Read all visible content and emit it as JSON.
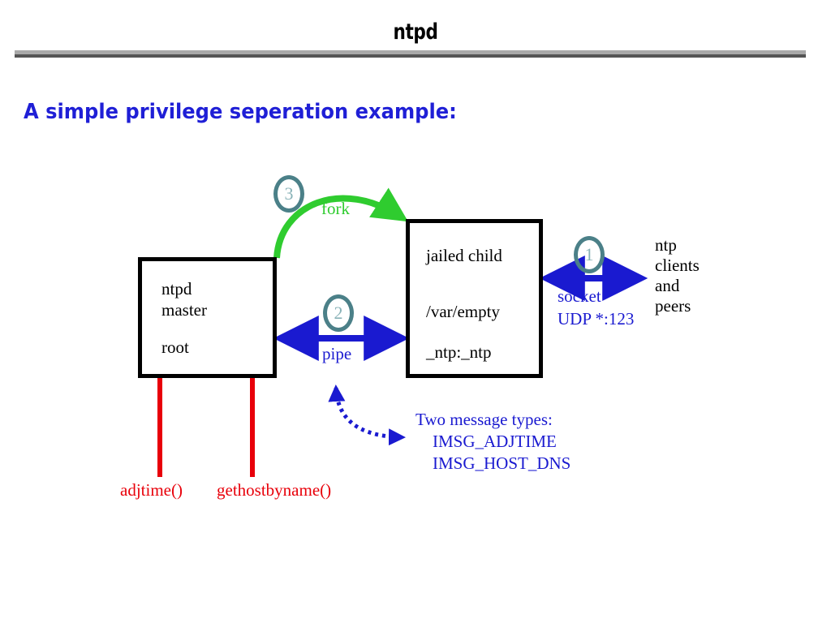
{
  "slide": {
    "title": "ntpd",
    "subtitle": "A simple privilege seperation example:"
  },
  "colors": {
    "title_rule_light": "#a9a9a9",
    "title_rule_dark": "#555555",
    "subtitle": "#1f1fd6",
    "box_border": "#000000",
    "blue_arrow": "#1a1ad0",
    "green_arrow": "#2fcc2f",
    "red_line": "#e8000a",
    "step_circle": "#4b8088",
    "step_number": "#8ab3b8"
  },
  "diagram": {
    "master_box": {
      "line1": "ntpd",
      "line2": "master",
      "line3": "root"
    },
    "child_box": {
      "line1": "jailed child",
      "line2": "/var/empty",
      "line3": "_ntp:_ntp"
    },
    "steps": [
      {
        "number": "1",
        "label": "socket"
      },
      {
        "number": "2",
        "label": "pipe"
      },
      {
        "number": "3",
        "label": "fork"
      }
    ],
    "arrows": {
      "fork_label": "fork",
      "pipe_label": "pipe",
      "socket_label": "socket",
      "socket_detail": "UDP *:123"
    },
    "external": {
      "line1": "ntp",
      "line2": "clients",
      "line3": "and",
      "line4": "peers"
    },
    "messages": {
      "heading": "Two message types:",
      "item1": "IMSG_ADJTIME",
      "item2": "IMSG_HOST_DNS"
    },
    "syscalls": {
      "left": "adjtime()",
      "right": "gethostbyname()"
    }
  }
}
